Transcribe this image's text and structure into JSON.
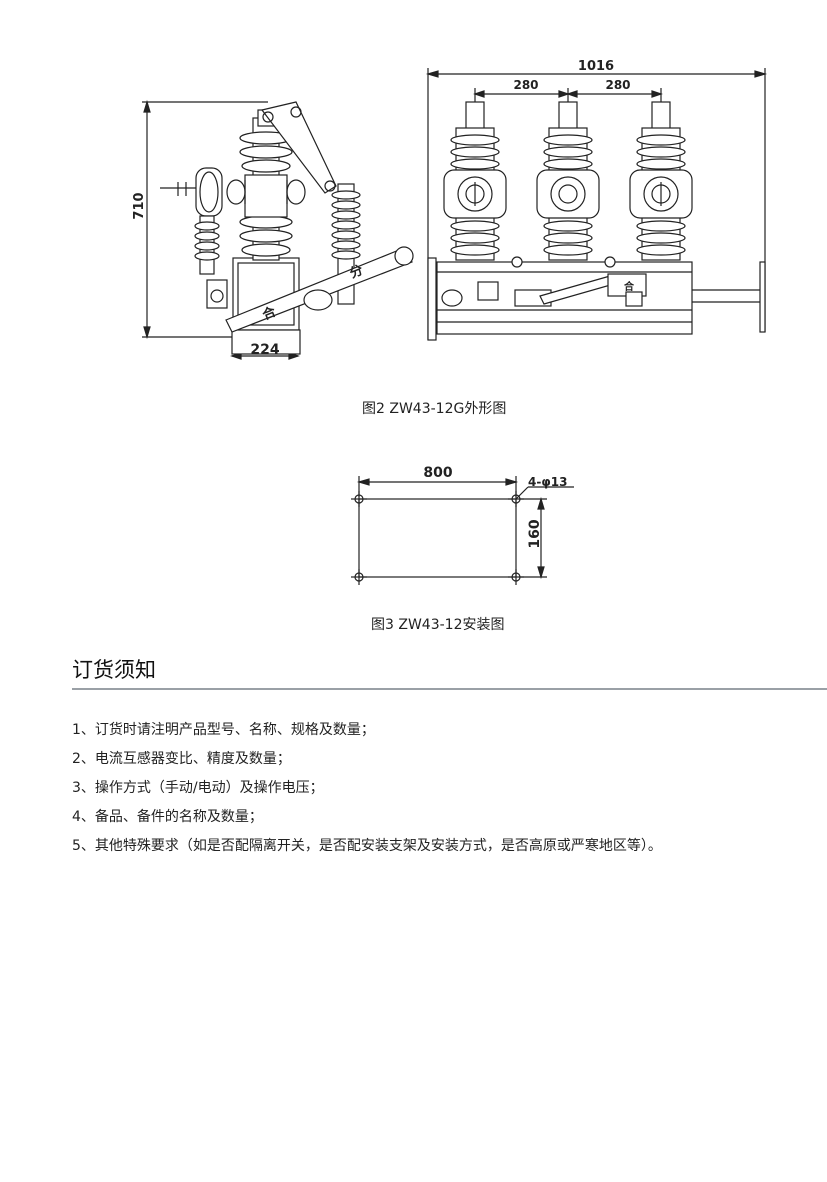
{
  "figure2": {
    "dims": {
      "height_left": "710",
      "width_base": "224",
      "overall_width": "1016",
      "pole_spacing_1": "280",
      "pole_spacing_2": "280"
    },
    "handle_label_1": "分",
    "handle_label_2": "合",
    "caption": "图2 ZW43-12G外形图"
  },
  "figure3": {
    "dims": {
      "width": "800",
      "height": "160",
      "holes": "4-φ13"
    },
    "caption": "图3 ZW43-12安装图"
  },
  "section_title": "订货须知",
  "notes": [
    {
      "num": "1",
      "text": "、订货时请注明产品型号、名称、规格及数量；"
    },
    {
      "num": "2",
      "text": "、电流互感器变比、精度及数量；"
    },
    {
      "num": "3",
      "text": "、操作方式（手动/电动）及操作电压；"
    },
    {
      "num": "4",
      "text": "、备品、备件的名称及数量；"
    },
    {
      "num": "5",
      "text": "、其他特殊要求（如是否配隔离开关，是否配安装支架及安装方式，是否高原或严寒地区等）。"
    }
  ]
}
